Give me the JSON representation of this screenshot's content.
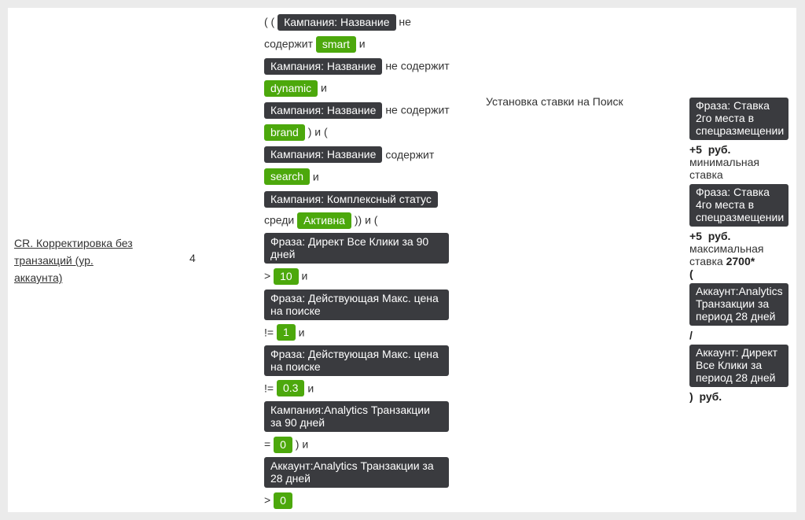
{
  "rule": {
    "name": "CR. Корректировка без транзакций (ур. аккаунта)",
    "priority": "4",
    "action": "Установка ставки на Поиск"
  },
  "conditions": {
    "l1_open": "( (",
    "c1_field": "Кампания: Название",
    "c1_op": "не содержит",
    "c1_value": "smart",
    "and": "и",
    "c2_field": "Кампания: Название",
    "c2_op": "не содержит",
    "c2_value": "dynamic",
    "c3_field": "Кампания: Название",
    "c3_op": "не содержит",
    "c3_value": "brand",
    "c3_tail": ") и (",
    "c4_field": "Кампания: Название",
    "c4_op": "содержит",
    "c4_value": "search",
    "c5_field": "Кампания: Комплексный статус",
    "c5_op": "среди",
    "c5_value": "Активна",
    "c5_tail": ")) и (",
    "c6_field": "Фраза: Директ Все Клики за 90 дней",
    "c6_op": ">",
    "c6_value": "10",
    "c7_field": "Фраза: Действующая Макс. цена на поиске",
    "c7_op": "!=",
    "c7_value": "1",
    "c8_field": "Фраза: Действующая Макс. цена на поиске",
    "c8_op": "!=",
    "c8_value": "0.3",
    "c9_field": "Кампания:Analytics Транзакции за 90 дней",
    "c9_op": "=",
    "c9_value": "0",
    "c9_tail": ") и",
    "c10_field": "Аккаунт:Analytics Транзакции за 28 дней",
    "c10_op": ">",
    "c10_value": "0"
  },
  "formula": {
    "f1_field": "Фраза: Ставка 2го места в спецразмещении",
    "f1_plus": "+5",
    "f1_unit": "руб.",
    "f1_text": "минимальная ставка",
    "f2_field": "Фраза: Ставка 4го места в спецразмещении",
    "f2_plus": "+5",
    "f2_unit": "руб.",
    "f2_text": "максимальная ставка",
    "f2_max": "2700*",
    "paren_open": "(",
    "f3_field": "Аккаунт:Analytics Транзакции за период 28 дней",
    "divide": "/",
    "f4_field": "Аккаунт: Директ Все Клики за период 28 дней",
    "paren_close": ")",
    "f4_unit": "руб."
  }
}
